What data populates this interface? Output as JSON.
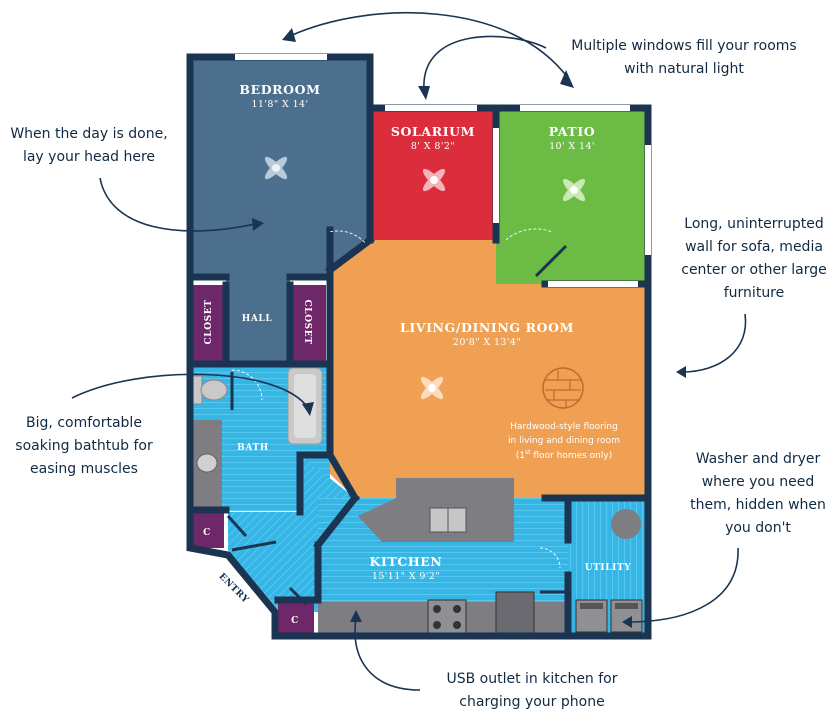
{
  "rooms": {
    "bedroom": {
      "name": "BEDROOM",
      "dims": "11'8\" X 14'"
    },
    "solarium": {
      "name": "SOLARIUM",
      "dims": "8' X 8'2\""
    },
    "patio": {
      "name": "PATIO",
      "dims": "10' X 14'"
    },
    "living": {
      "name": "LIVING/DINING ROOM",
      "dims": "20'8\" X 13'4\""
    },
    "kitchen": {
      "name": "KITCHEN",
      "dims": "15'11\" X 9'2\""
    },
    "hall": {
      "name": "HALL"
    },
    "closet_left": {
      "name": "CLOSET"
    },
    "closet_right": {
      "name": "CLOSET"
    },
    "bath": {
      "name": "BATH"
    },
    "utility": {
      "name": "UTILITY"
    },
    "entry": {
      "name": "ENTRY"
    },
    "closet_c1": {
      "name": "C"
    },
    "closet_c2": {
      "name": "C"
    }
  },
  "flooring_note": {
    "line1": "Hardwood-style flooring",
    "line2": "in living and dining room",
    "line3_pre": "(1",
    "line3_sup": "st",
    "line3_post": " floor homes only)"
  },
  "callouts": {
    "windows": [
      "Multiple windows fill your rooms",
      "with natural light"
    ],
    "bedroom": [
      "When the day is done,",
      "lay your head here"
    ],
    "wall": [
      "Long, uninterrupted",
      "wall for sofa, media",
      "center or other large",
      "furniture"
    ],
    "bathtub": [
      "Big, comfortable",
      "soaking bathtub for",
      "easing muscles"
    ],
    "laundry": [
      "Washer and dryer",
      "where you need",
      "them, hidden when",
      "you don't"
    ],
    "usb": [
      "USB outlet in kitchen for",
      "charging your phone"
    ]
  },
  "colors": {
    "bedroom": "#4b6f8c",
    "solarium": "#dc2d3c",
    "patio": "#6cbb44",
    "living": "#efa053",
    "wet": "#37b9e8",
    "closet": "#6e2769",
    "wall": "#1b3452",
    "counter": "#7d7d82"
  }
}
